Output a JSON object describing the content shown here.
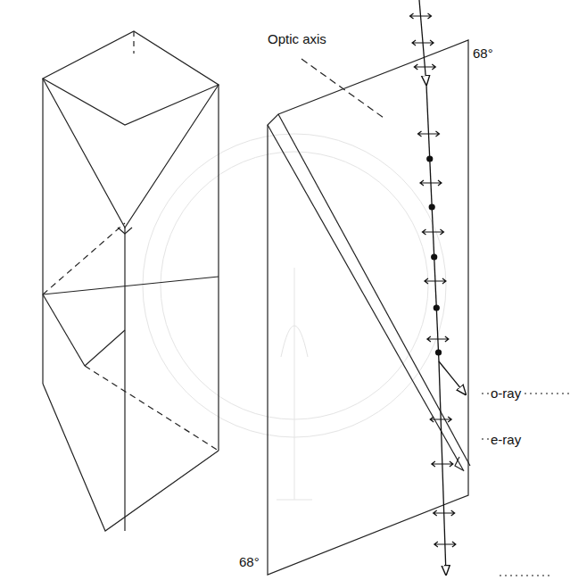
{
  "diagram": {
    "labels": [
      "Optic axis",
      "68°",
      "68°",
      "o-ray",
      "e-ray"
    ]
  }
}
